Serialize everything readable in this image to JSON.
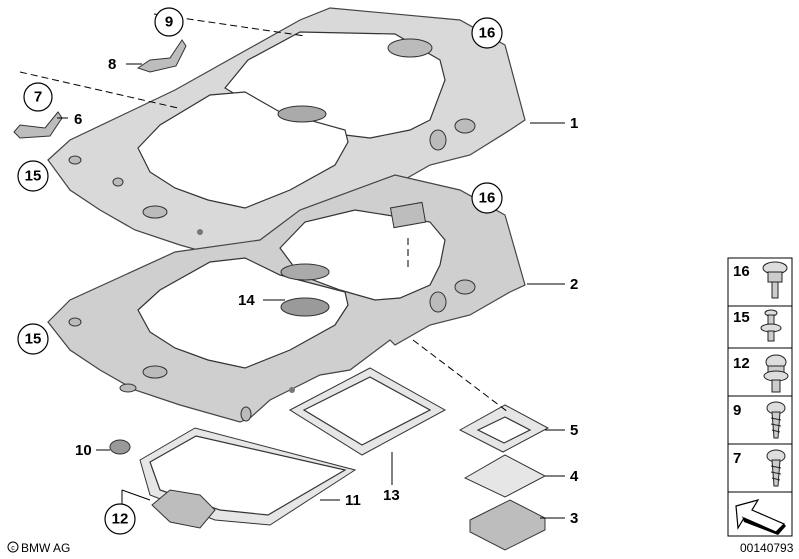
{
  "diagram": {
    "callouts": [
      "1",
      "2",
      "3",
      "4",
      "5",
      "6",
      "7",
      "8",
      "9",
      "10",
      "11",
      "12",
      "13",
      "14",
      "15",
      "15",
      "16",
      "16"
    ],
    "legend": [
      "16",
      "15",
      "12",
      "9",
      "7"
    ]
  },
  "footer": {
    "brand": "BMW AG",
    "code": "00140793"
  },
  "colors": {
    "panel": "#d9d9d9",
    "line": "#000000"
  }
}
